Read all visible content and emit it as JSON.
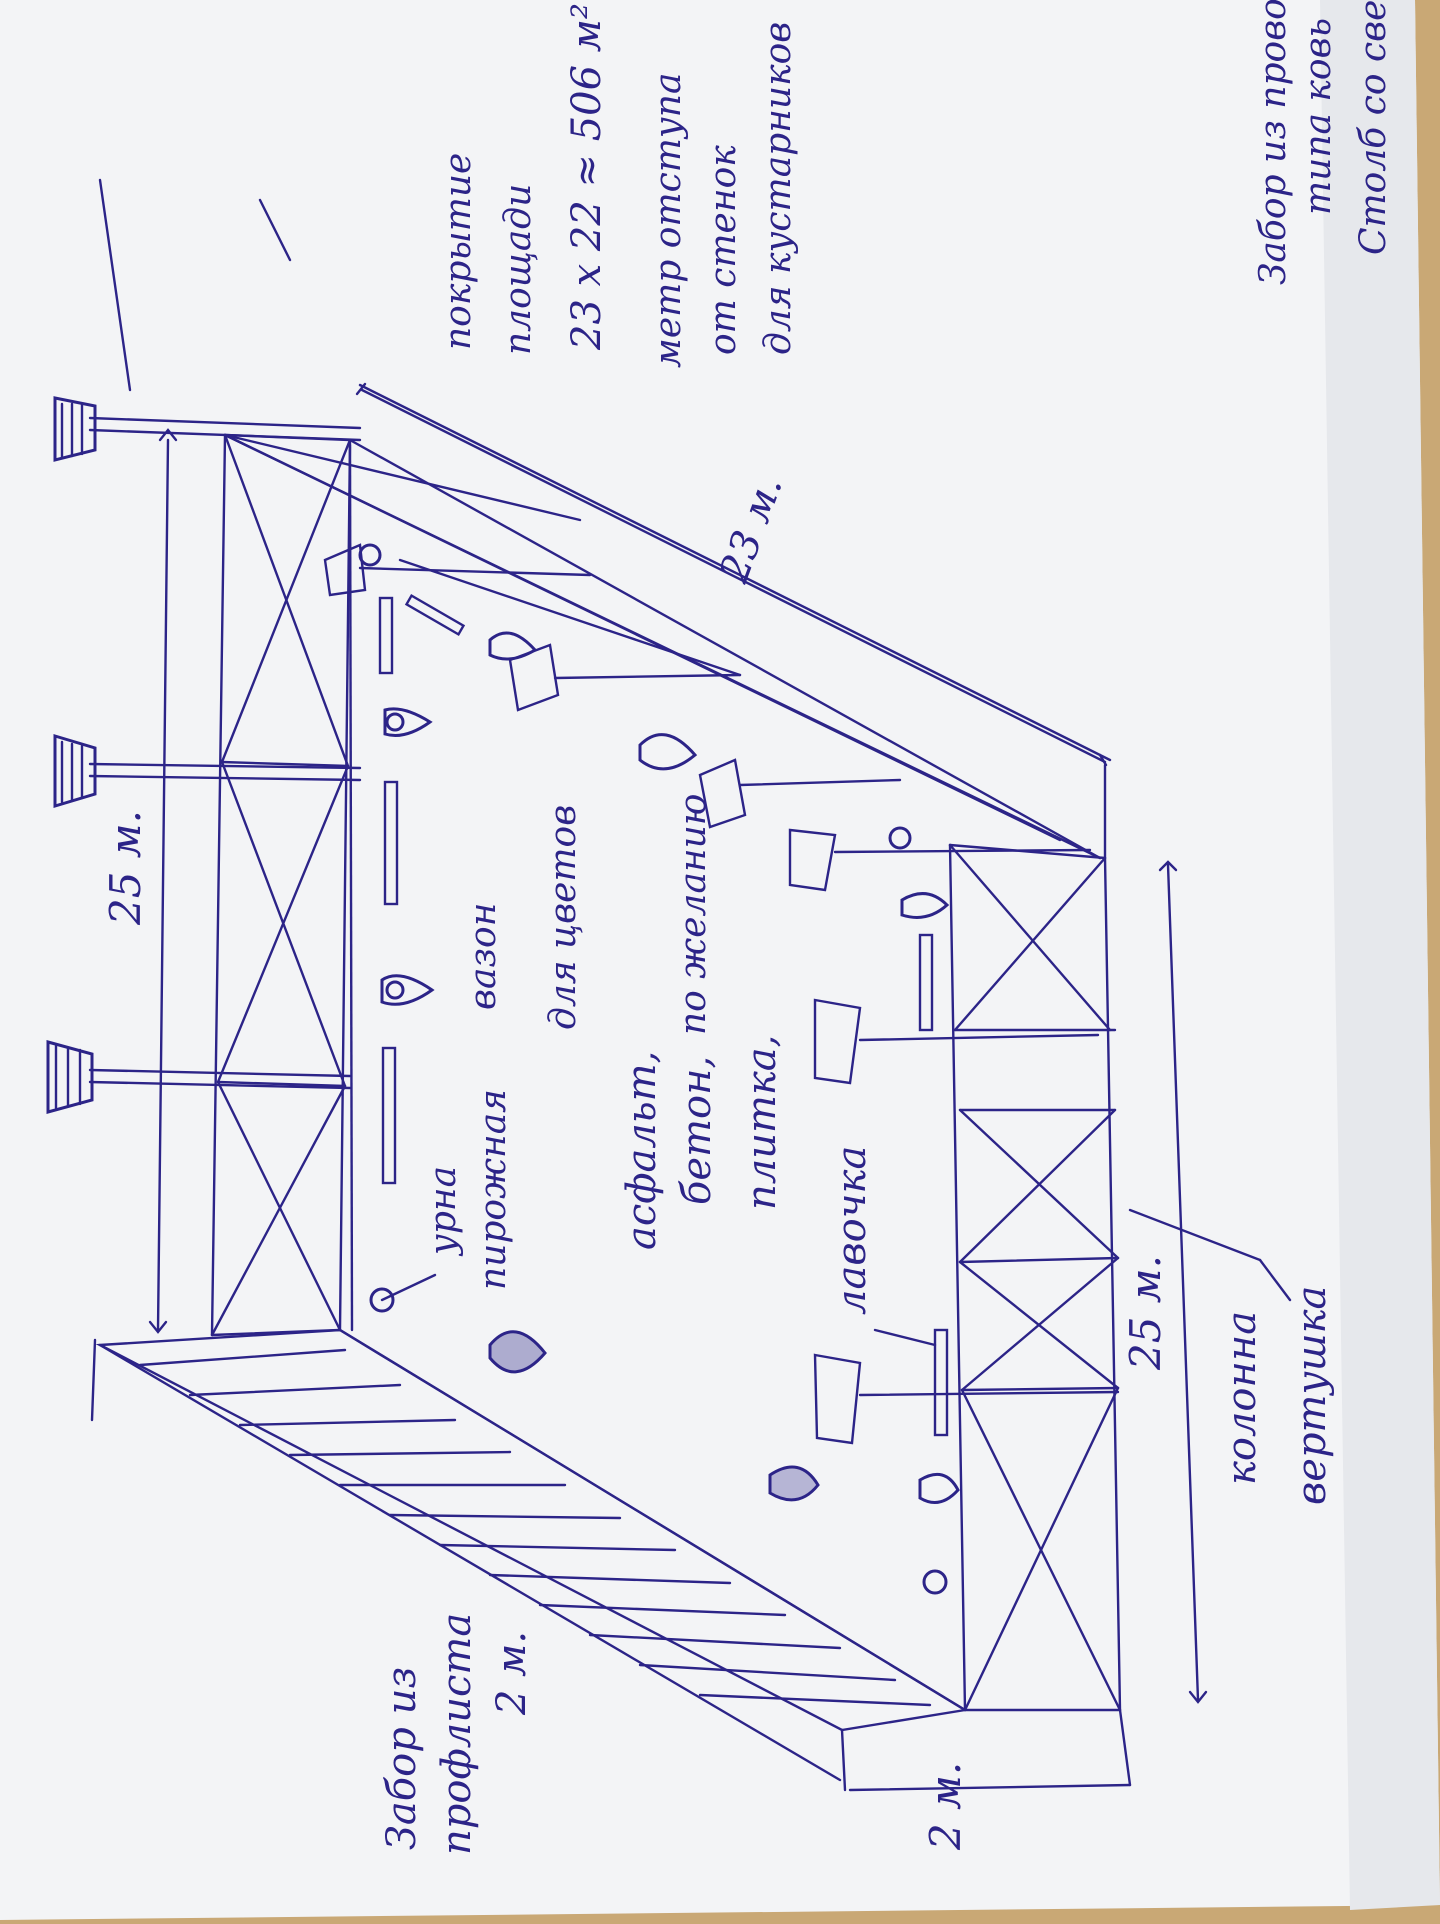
{
  "colors": {
    "ink": "#2c2488",
    "paper": "#f3f4f6",
    "paper_shadow": "#e3e5ea",
    "table": "#c9a875"
  },
  "labels": {
    "stolb": "Столб со свето",
    "zabor_provod": "Забор из провод",
    "tipa_kov": "типа ковь",
    "pokrytie": "покрытие",
    "ploshchad": "площади",
    "area_calc": "23 х 22 ≈ 506 м²",
    "metr_otstup": "метр отступа",
    "ot_stenok": "от стенок",
    "dlya_kustarnikov": "для кустарников",
    "dim_25_top": "25 м.",
    "dim_23_right": "23 м.",
    "dim_25_bottom": "25 м.",
    "dim_2_bottom": "2 м.",
    "dim_2_left": "2 м.",
    "urna": "урна",
    "pirozhnaya": "пирожная",
    "vazon": "вазон",
    "dlya_tsvetov": "для цветов",
    "asfalt": "асфальт,",
    "beton": "бетон,",
    "plitka": "плитка,",
    "po_zhelaniyu": "по желанию",
    "lavochka": "лавочка",
    "kolonny": "колонна",
    "vertushka": "вертушка",
    "zabor_left_1": "Забор из",
    "zabor_left_2": "профлиста"
  },
  "icons": [
    "street-lamp-icon",
    "bush-icon",
    "bench-icon",
    "trash-bin-icon"
  ]
}
